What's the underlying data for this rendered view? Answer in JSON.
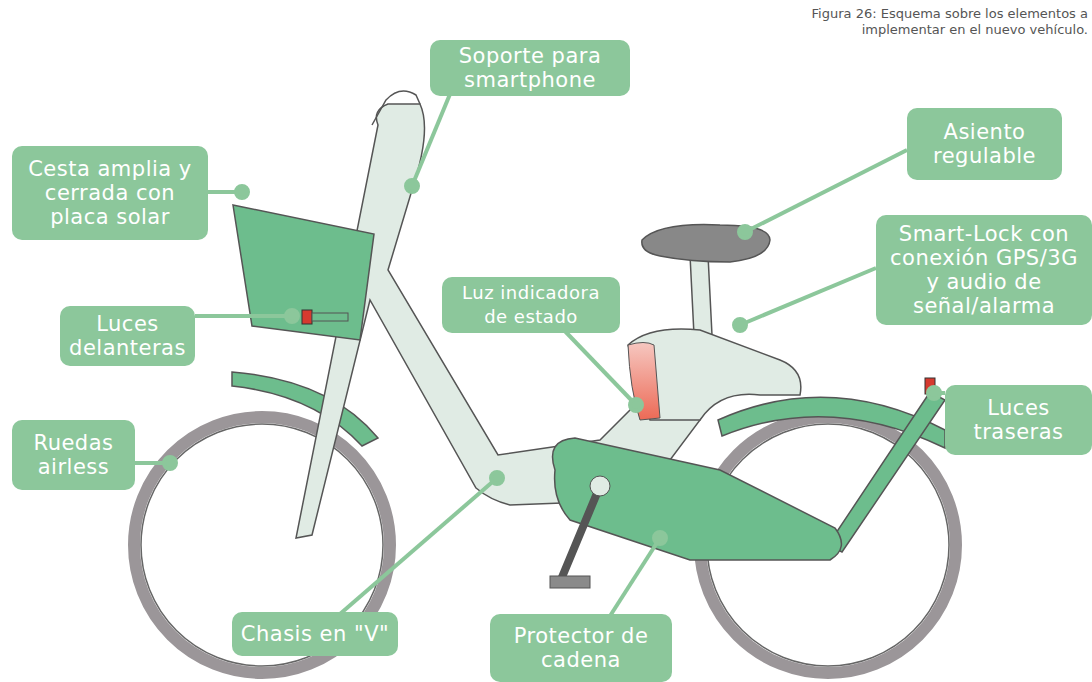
{
  "diagram": {
    "caption": "Figura 26: Esquema sobre los elementos a implementar en el nuevo vehículo.",
    "nodes": [
      {
        "text": [
          "Soporte para smartphone"
        ]
      },
      {
        "text": [
          "Asiento regulable"
        ]
      },
      {
        "text": [
          "Cesta amplia y cerrada con placa solar"
        ]
      },
      {
        "text": [
          "Smart-Lock con conexión GPS/3G y audio de señal/alarma"
        ]
      },
      {
        "text": [
          "Luz indicadora de estado"
        ]
      },
      {
        "text": [
          "Luces delanteras"
        ]
      },
      {
        "text": [
          "Luces traseras"
        ]
      },
      {
        "text": [
          "Ruedas airless"
        ]
      },
      {
        "text": [
          "Chasis en \"V\""
        ]
      },
      {
        "text": [
          "Protector de cadena"
        ]
      }
    ]
  }
}
